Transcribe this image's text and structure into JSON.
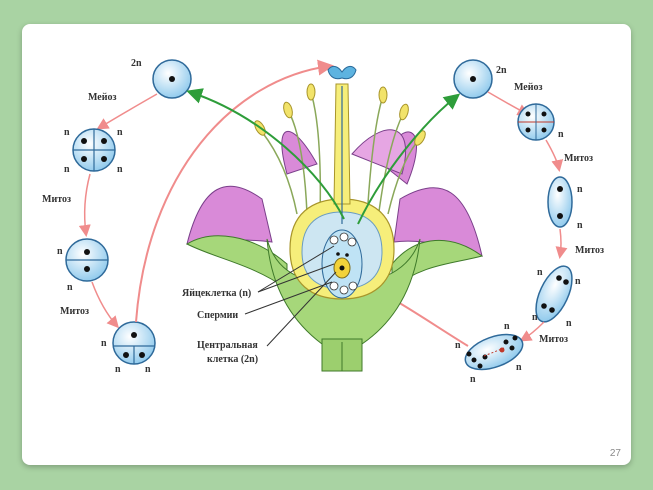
{
  "slide": {
    "page_number": "27"
  },
  "labels": {
    "ploidy_2n": "2n",
    "haploid": "n",
    "meiosis": "Мейоз",
    "mitosis": "Митоз",
    "egg_cell": "Яйцеклетка (n)",
    "sperm": "Спермии",
    "central_cell_line1": "Центральная",
    "central_cell_line2": "клетка (2n)"
  },
  "colors": {
    "background": "#a9d3a3",
    "cell_fill": "#bfe3f5",
    "cell_stroke": "#2f6a9a",
    "arrow_red": "#f08c8c",
    "arrow_green": "#2e9d3a",
    "petal": "#d98ad8",
    "pistil": "#f6ee7a",
    "receptacle": "#a6d77a"
  }
}
